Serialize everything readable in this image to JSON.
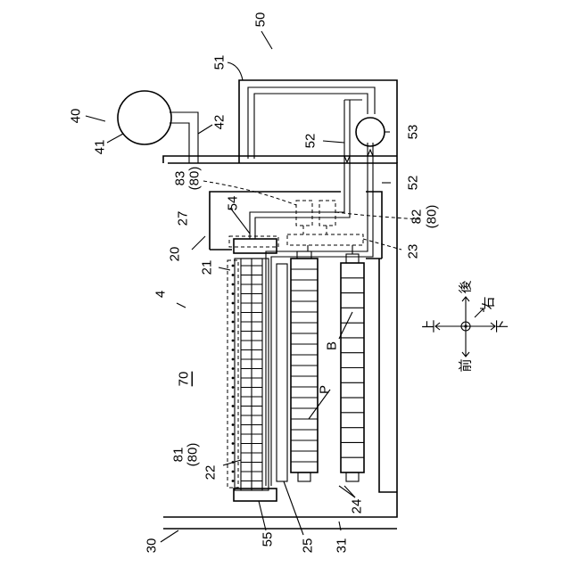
{
  "figure": {
    "labels": {
      "l50": "50",
      "l51": "51",
      "l40": "40",
      "l41": "41",
      "l42": "42",
      "l52a": "52",
      "l53": "53",
      "l83": "83",
      "l83b": "(80)",
      "l52b": "52",
      "l27": "27",
      "l54": "54",
      "l82": "82",
      "l82b": "(80)",
      "l20": "20",
      "l23": "23",
      "l21": "21",
      "l4": "4",
      "l70": "70",
      "l81": "81",
      "l81b": "(80)",
      "l22": "22",
      "l30": "30",
      "l55": "55",
      "l25": "25",
      "l31": "31",
      "l24": "24",
      "lB": "B",
      "lP": "P"
    },
    "compass": {
      "up": "上",
      "down": "下",
      "front": "前",
      "back": "後",
      "right": "右"
    }
  }
}
